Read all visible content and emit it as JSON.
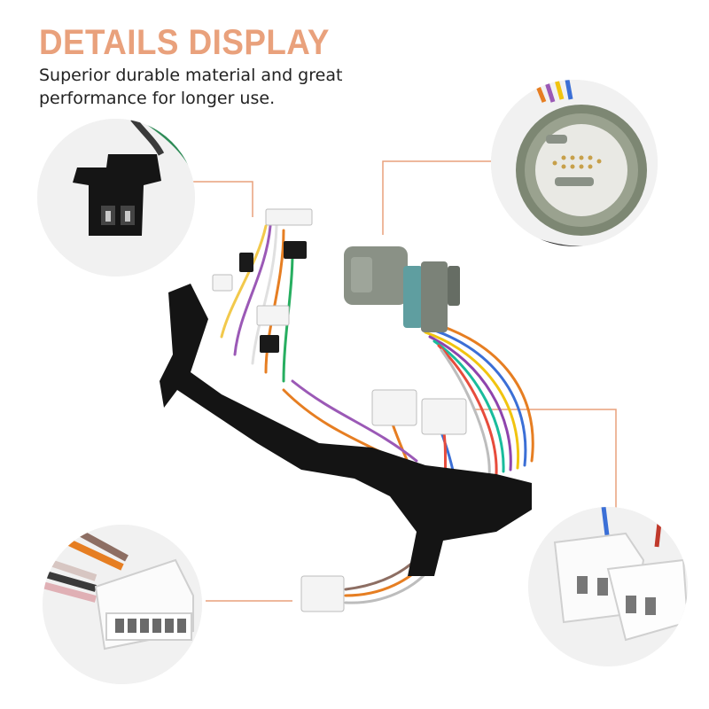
{
  "header": {
    "title": "DETAILS DISPLAY",
    "subtitle": "Superior durable material and great performance for longer use."
  },
  "colors": {
    "title": "#e9a17c",
    "callout_line": "#e9a17c",
    "bracket": "#111111",
    "connector_white": "#f4f4f4",
    "connector_gray": "#8a9186"
  },
  "detail_views": [
    {
      "icon": "black-two-pin-connector"
    },
    {
      "icon": "round-gray-main-connector"
    },
    {
      "icon": "white-six-pin-connector"
    },
    {
      "icon": "white-two-pin-connectors"
    }
  ]
}
